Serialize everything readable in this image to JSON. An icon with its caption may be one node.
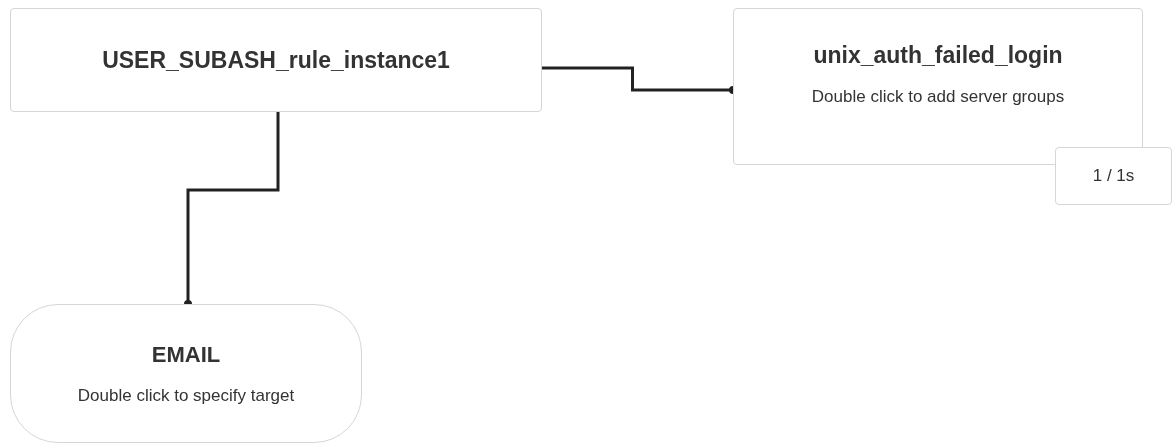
{
  "diagram": {
    "nodes": [
      {
        "text": [
          "USER_SUBASH_rule_instance1"
        ]
      },
      {
        "text": [
          "unix_auth_failed_login",
          "Double click to add server groups"
        ]
      },
      {
        "text": [
          "1 / 1s"
        ]
      },
      {
        "text": [
          "EMAIL",
          "Double click to specify target"
        ]
      }
    ],
    "edges": [
      {
        "from": 0,
        "to": 1,
        "arrow": "other"
      },
      {
        "from": 0,
        "to": 3,
        "arrow": "other"
      }
    ]
  }
}
